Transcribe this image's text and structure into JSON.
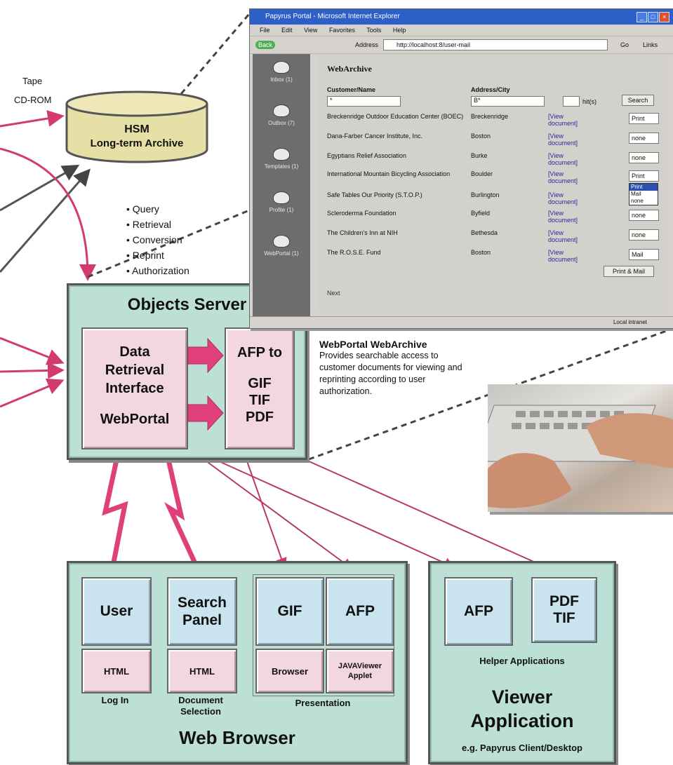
{
  "storage": {
    "inputs": [
      "Tape",
      "CD-ROM"
    ],
    "title": "HSM",
    "subtitle": "Long-term Archive"
  },
  "functions": [
    "• Query",
    "• Retrieval",
    "• Conversion",
    "• Reprint",
    "• Authorization"
  ],
  "objects_server": {
    "title": "Objects Server",
    "left_box": {
      "line1": "Data",
      "line2": "Retrieval",
      "line3": "Interface",
      "line4": "WebPortal"
    },
    "right_box": {
      "line1": "AFP to",
      "line2": "GIF",
      "line3": "TIF",
      "line4": "PDF"
    }
  },
  "webarchive_caption": {
    "title": "WebPortal WebArchive",
    "body": "Provides searchable access to customer documents for viewing and reprinting according to user authorization."
  },
  "browser_window": {
    "title": "Papyrus Portal - Microsoft Internet Explorer",
    "menu": [
      "File",
      "Edit",
      "View",
      "Favorites",
      "Tools",
      "Help"
    ],
    "toolbar_back": "Back",
    "address_label": "Address",
    "address": "http://localhost:8/user-mail",
    "go": "Go",
    "links": "Links",
    "sidebar": [
      "Inbox (1)",
      "Outbox (7)",
      "Templates (1)",
      "Profile (1)",
      "WebPortal (1)"
    ],
    "page_heading": "WebArchive",
    "col_name": "Customer/Name",
    "col_city": "Address/City",
    "name_value": "*",
    "city_value": "B*",
    "hits": "hit(s)",
    "search_button": "Search",
    "rows": [
      {
        "name": "Breckenridge Outdoor Education Center (BOEC)",
        "city": "Breckenridge",
        "link": "[View document]",
        "sel": "Print"
      },
      {
        "name": "Dana-Farber Cancer Institute, Inc.",
        "city": "Boston",
        "link": "[View document]",
        "sel": "none"
      },
      {
        "name": "Egyptians Relief Association",
        "city": "Burke",
        "link": "[View document]",
        "sel": "none"
      },
      {
        "name": "International Mountain Bicycling Association",
        "city": "Boulder",
        "link": "[View document]",
        "sel": "Print"
      },
      {
        "name": "Safe Tables Our Priority (S.T.O.P.)",
        "city": "Burlington",
        "link": "[View document]",
        "sel": ""
      },
      {
        "name": "Scleroderma Foundation",
        "city": "Byfield",
        "link": "[View document]",
        "sel": "none"
      },
      {
        "name": "The Children's Inn at NIH",
        "city": "Bethesda",
        "link": "[View document]",
        "sel": "none"
      },
      {
        "name": "The R.O.S.E. Fund",
        "city": "Boston",
        "link": "[View document]",
        "sel": "Mail"
      }
    ],
    "dropdown_options": [
      "Print",
      "Mail",
      "none"
    ],
    "print_mail_button": "Print & Mail",
    "footer_link": "Next",
    "status": "Local intranet"
  },
  "web_browser": {
    "title": "Web Browser",
    "boxes": [
      {
        "top": "User",
        "bottom": "HTML",
        "caption": "Log In"
      },
      {
        "top": "Search Panel",
        "bottom": "HTML",
        "caption": "Document Selection"
      },
      {
        "top": "GIF",
        "bottom": "Browser"
      },
      {
        "top": "AFP",
        "bottom": "JAVAViewer Applet"
      }
    ],
    "presentation_caption": "Presentation"
  },
  "viewer_app": {
    "boxes": [
      {
        "top": "AFP"
      },
      {
        "top": "PDF TIF"
      }
    ],
    "helper_caption": "Helper Applications",
    "title_line1": "Viewer",
    "title_line2": "Application",
    "subtitle": "e.g. Papyrus Client/Desktop"
  },
  "colors": {
    "arrow": "#e0407a",
    "teal": "#bde0d6",
    "pink": "#f2d6e0",
    "lightblue": "#c9e4ee",
    "dark_line": "#333333"
  }
}
